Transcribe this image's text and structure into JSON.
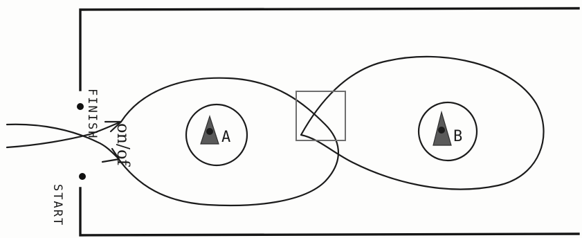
{
  "labels": {
    "finish": "FINISH",
    "start": "START",
    "on_off": "on/of",
    "cone_a": "A",
    "cone_b": "B"
  },
  "colors": {
    "ink": "#1b1b1b",
    "cone": "#5a5a5a",
    "box": "#6e6e6e",
    "paper": "#fdfdfc"
  }
}
